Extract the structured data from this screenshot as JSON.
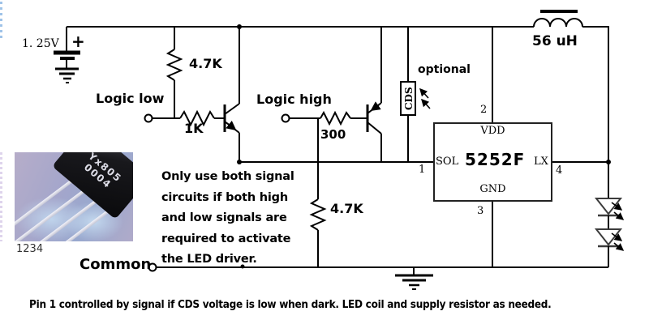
{
  "supply": {
    "label": "1. 25V",
    "plus": "+"
  },
  "components": {
    "r_pullup": "4.7K",
    "r_low": "1K",
    "r_high": "300",
    "r_pulldown": "4.7K",
    "inductor": "56 uH",
    "cds": "CDS",
    "cds_note": "optional"
  },
  "inputs": {
    "logic_low": "Logic low",
    "logic_high": "Logic high",
    "common": "Common"
  },
  "chip": {
    "part": "5252F",
    "pin_vdd": "VDD",
    "pin_sol": "SOL",
    "pin_lx": "LX",
    "pin_gnd": "GND",
    "num_top": "2",
    "num_left": "1",
    "num_right": "4",
    "num_bottom": "3"
  },
  "note": {
    "lines": [
      "Only use both signal",
      "circuits if both high",
      "and low signals are",
      "required to activate",
      "the LED driver."
    ]
  },
  "photo": {
    "marking_top": "Yx805",
    "marking_bottom": "0004",
    "caption": "1234"
  },
  "footer": "Pin 1 controlled by signal if CDS voltage is low when dark.  LED coil and supply resistor as needed.",
  "colors": {
    "wire": "#000000",
    "chip_border": "#222222",
    "led_stroke": "#3c3c3c",
    "photo_bg": "#a4a6cb",
    "photo_chip_body": "#141417",
    "lead": "#e9e9f2",
    "background": "#ffffff"
  }
}
